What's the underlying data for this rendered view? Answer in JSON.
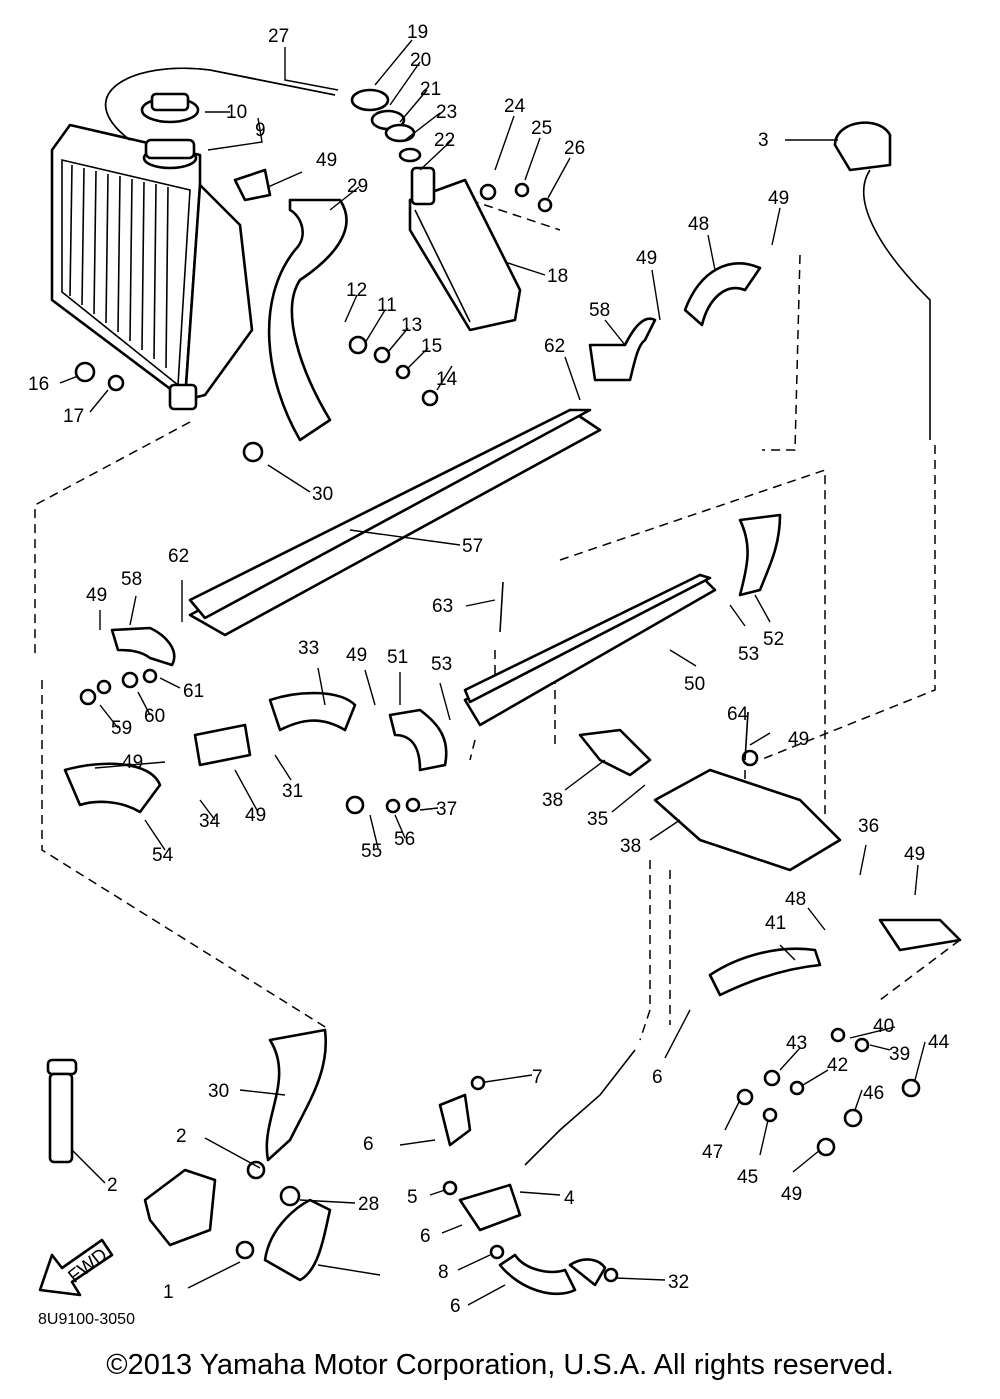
{
  "diagram": {
    "reference_code": "8U9100-3050",
    "fwd_label": "FWD",
    "copyright": "©2013 Yamaha Motor Corporation, U.S.A. All rights reserved.",
    "callouts": [
      "27",
      "19",
      "20",
      "21",
      "23",
      "22",
      "24",
      "25",
      "26",
      "10",
      "9",
      "49",
      "29",
      "18",
      "3",
      "12",
      "11",
      "13",
      "15",
      "14",
      "16",
      "17",
      "62",
      "58",
      "49",
      "48",
      "49",
      "30",
      "57",
      "63",
      "50",
      "53",
      "52",
      "49",
      "58",
      "62",
      "33",
      "49",
      "51",
      "53",
      "61",
      "60",
      "59",
      "64",
      "49",
      "49",
      "34",
      "49",
      "31",
      "54",
      "55",
      "56",
      "37",
      "38",
      "35",
      "38",
      "36",
      "49",
      "48",
      "41",
      "40",
      "39",
      "44",
      "43",
      "42",
      "46",
      "47",
      "45",
      "49",
      "6",
      "7",
      "6",
      "5",
      "4",
      "6",
      "8",
      "6",
      "32",
      "30",
      "2",
      "28",
      "2",
      "1"
    ]
  }
}
